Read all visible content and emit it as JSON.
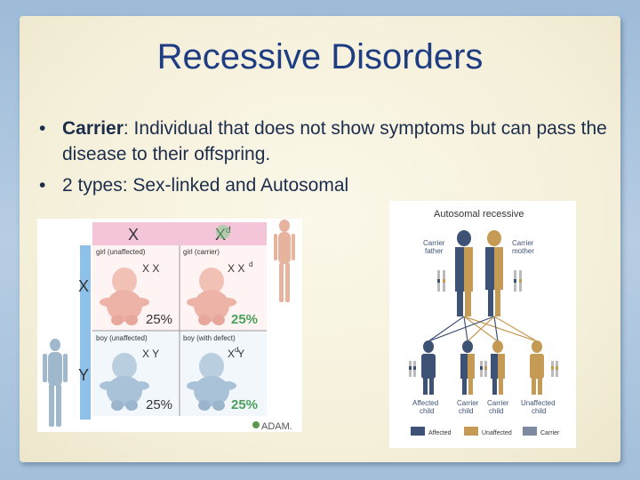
{
  "slide": {
    "title": "Recessive Disorders",
    "bullets": [
      {
        "term": "Carrier",
        "text": ": Individual that does not show symptoms but can pass the disease to their offspring."
      },
      {
        "term": "",
        "text": "2 types: Sex-linked and Autosomal"
      }
    ]
  },
  "punnett": {
    "mother_x": "X",
    "mother_xd": "X",
    "mother_xd_sup": "d",
    "father_x": "X",
    "father_y": "Y",
    "cells": [
      {
        "label": "girl (unaffected)",
        "genotype": "X X",
        "percent": "25%"
      },
      {
        "label": "girl (carrier)",
        "genotype": "X X",
        "sup": "d",
        "percent": "25%"
      },
      {
        "label": "boy (unaffected)",
        "genotype": "X  Y",
        "percent": "25%"
      },
      {
        "label": "boy (with defect)",
        "genotype": "X Y",
        "sup": "d",
        "percent": "25%"
      }
    ],
    "logo": "ADAM."
  },
  "autosomal": {
    "title": "Autosomal recessive",
    "carrier_father": [
      "Carrier",
      "father"
    ],
    "carrier_mother": [
      "Carrier",
      "mother"
    ],
    "children": [
      [
        "Affected",
        "child"
      ],
      [
        "Carrier",
        "child"
      ],
      [
        "Carrier",
        "child"
      ],
      [
        "Unaffected",
        "child"
      ]
    ],
    "legend": [
      "Affected",
      "Unaffected",
      "Carrier"
    ],
    "colors": {
      "affected": "#3e5275",
      "unaffected": "#c49a55",
      "carrier": "#7d8aa0"
    }
  }
}
